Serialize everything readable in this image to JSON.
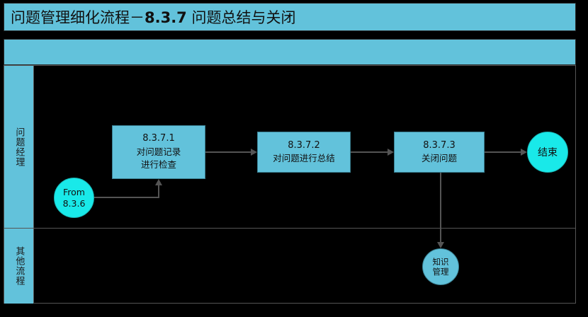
{
  "title": {
    "prefix": "问题管理细化流程－",
    "code": "8.3.7",
    "suffix": " 问题总结与关闭",
    "full": "问题管理细化流程－8.3.7 问题总结与关闭"
  },
  "header_band": {
    "text": ""
  },
  "lanes": [
    {
      "id": "lane-problem-manager",
      "label": "问题经理"
    },
    {
      "id": "lane-other-process",
      "label": "其他流程"
    }
  ],
  "nodes": {
    "from_ref": {
      "line1": "From",
      "line2": "8.3.6"
    },
    "proc1": {
      "code": "8.3.7.1",
      "line2": "对问题记录",
      "line3": "进行检查"
    },
    "proc2": {
      "code": "8.3.7.2",
      "line2": "对问题进行总结"
    },
    "proc3": {
      "code": "8.3.7.3",
      "line2": "关闭问题"
    },
    "end": {
      "label": "结束"
    },
    "knowledge": {
      "line1": "知识",
      "line2": "管理"
    }
  },
  "colors": {
    "background": "#000000",
    "band": "#62c2db",
    "process_fill": "#62c2db",
    "process_border": "#3a7f91",
    "terminator_fill": "#19e9e9",
    "connector": "#545454",
    "frame_border": "#555555",
    "text": "#111111"
  }
}
